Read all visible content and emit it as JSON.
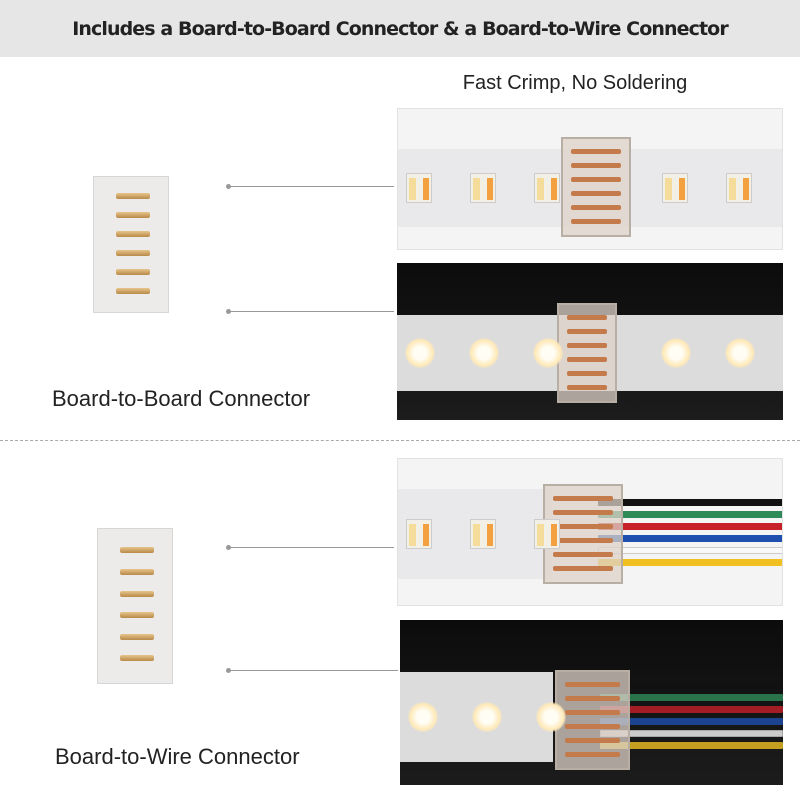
{
  "header": {
    "title": "Includes a Board-to-Board Connector & a Board-to-Wire Connector"
  },
  "subtitle": "Fast Crimp, No Soldering",
  "board_to_board": {
    "label": "Board-to-Board Connector"
  },
  "board_to_wire": {
    "label": "Board-to-Wire Connector"
  },
  "wire_colors": [
    "#111111",
    "#2e8b57",
    "#c8202a",
    "#1e4fae",
    "#f8f8f8",
    "#f0c020"
  ]
}
